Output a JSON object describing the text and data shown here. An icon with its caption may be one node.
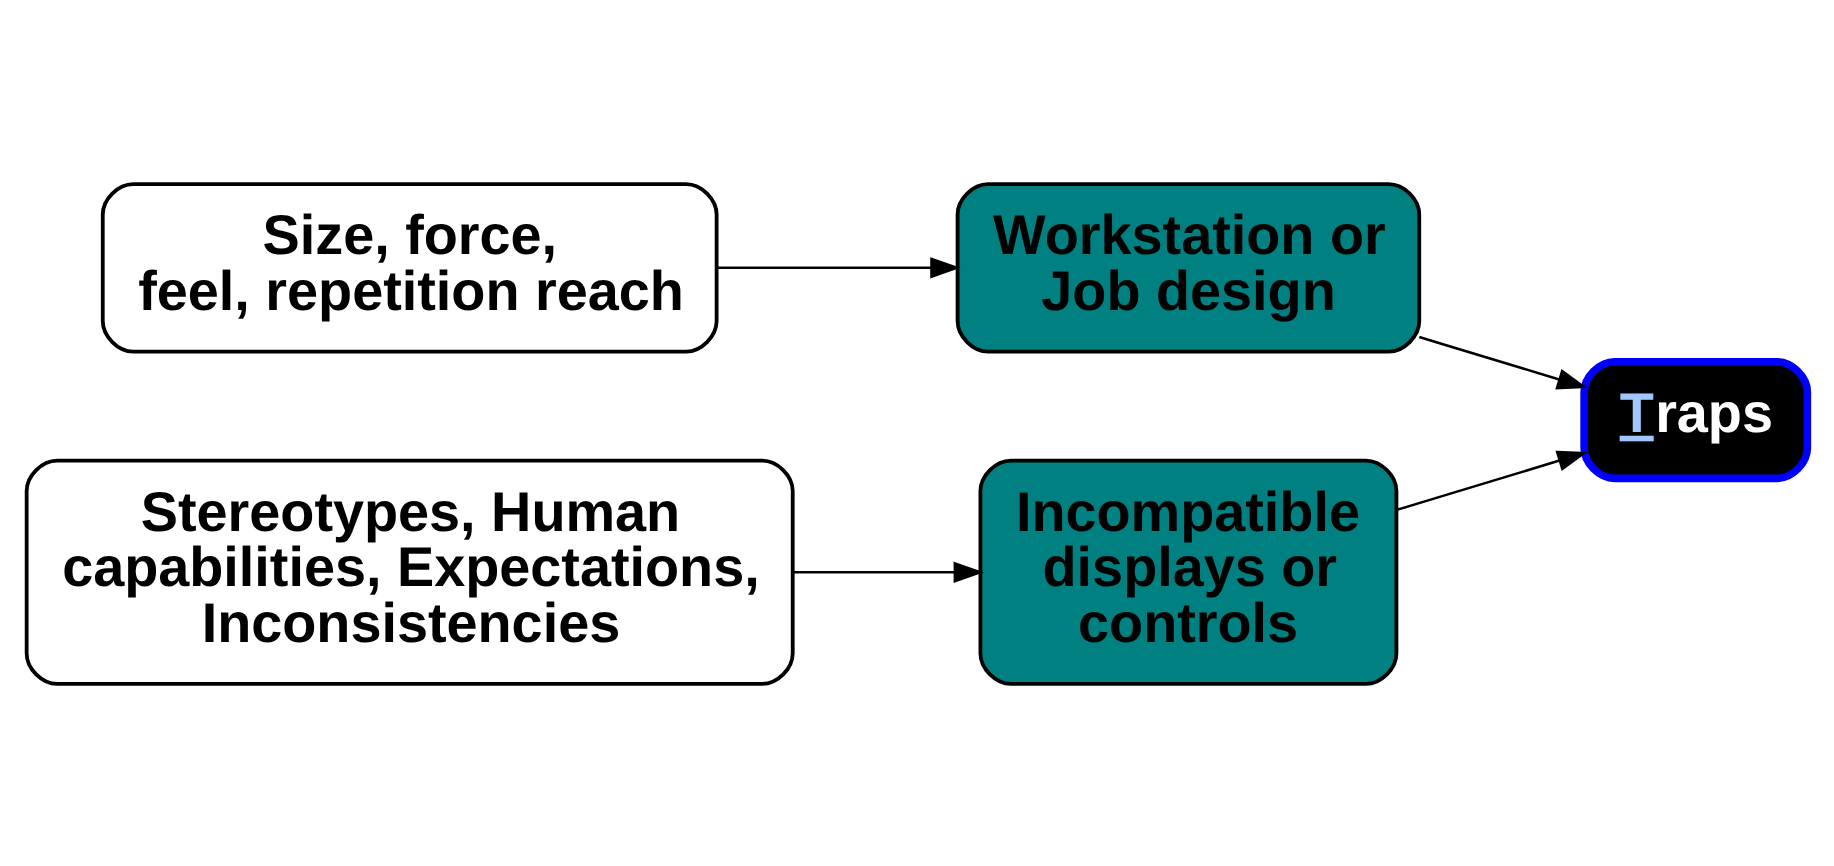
{
  "diagram": {
    "nodes": [
      {
        "text": [
          "Size, force, feel, repetition reach"
        ]
      },
      {
        "text": [
          "Workstation or Job design"
        ]
      },
      {
        "text": [
          "Traps"
        ]
      },
      {
        "text": [
          "Stereotypes, Human capabilities, Expectations, Inconsistencies"
        ]
      },
      {
        "text": [
          "Incompatible displays or controls"
        ]
      }
    ],
    "edges": [
      {
        "from": 0,
        "to": 1,
        "arrow": "to"
      },
      {
        "from": 1,
        "to": 2,
        "arrow": "to"
      },
      {
        "from": 3,
        "to": 4,
        "arrow": "to"
      },
      {
        "from": 4,
        "to": 2,
        "arrow": "to"
      }
    ]
  }
}
